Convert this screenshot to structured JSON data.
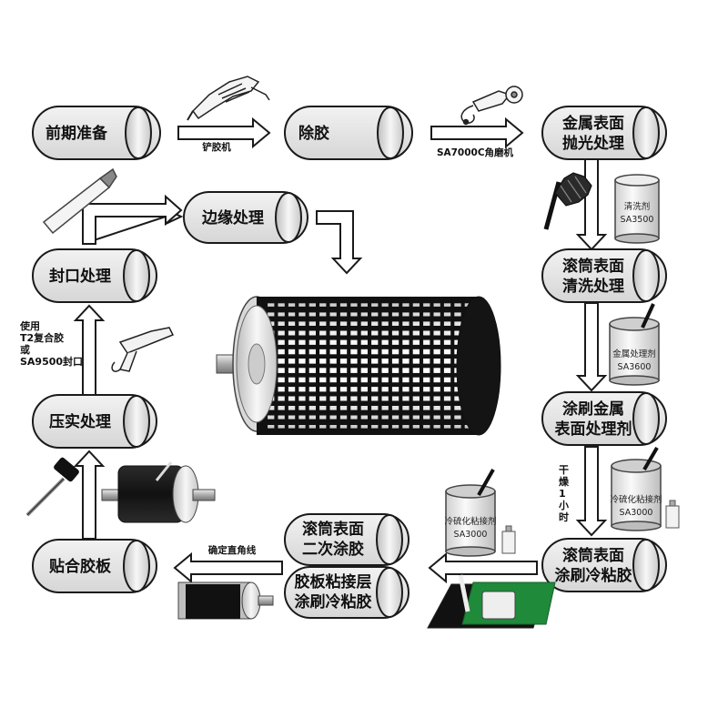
{
  "steps": {
    "prep": "前期准备",
    "remove_glue": "除胶",
    "polish_1": "金属表面",
    "polish_2": "抛光处理",
    "clean_1": "滚筒表面",
    "clean_2": "清洗处理",
    "treat_1": "涂刷金属",
    "treat_2": "表面处理剂",
    "cold_1": "滚筒表面",
    "cold_2": "涂刷冷粘胶",
    "second_1": "滚筒表面",
    "second_2": "二次涂胶",
    "sheet_1": "胶板粘接层",
    "sheet_2": "涂刷冷粘胶",
    "attach": "贴合胶板",
    "press": "压实处理",
    "seal": "封口处理",
    "edge": "边缘处理"
  },
  "captions": {
    "shovel": "铲胶机",
    "grinder": "SA7000C角磨机",
    "dry": "干燥1小时",
    "right_angle": "确定直角线",
    "seal_note_1": "使用",
    "seal_note_2": "T2复合胶",
    "seal_note_3": "或",
    "seal_note_4": "SA9500封口"
  },
  "cans": {
    "cleaner_name": "清洗剂",
    "cleaner_code": "SA3500",
    "metal_name": "金属处理剂",
    "metal_code": "SA3600",
    "adhesive_name": "冷硫化粘接剂",
    "adhesive_code": "SA3000",
    "adhesive2_name": "冷硫化粘接剂",
    "adhesive2_code": "SA3000"
  },
  "colors": {
    "capsule_fill": "#e4e4e4",
    "capsule_stroke": "#1a1a1a",
    "arrow_fill": "#ffffff",
    "mat_green": "#1f8a3a"
  }
}
